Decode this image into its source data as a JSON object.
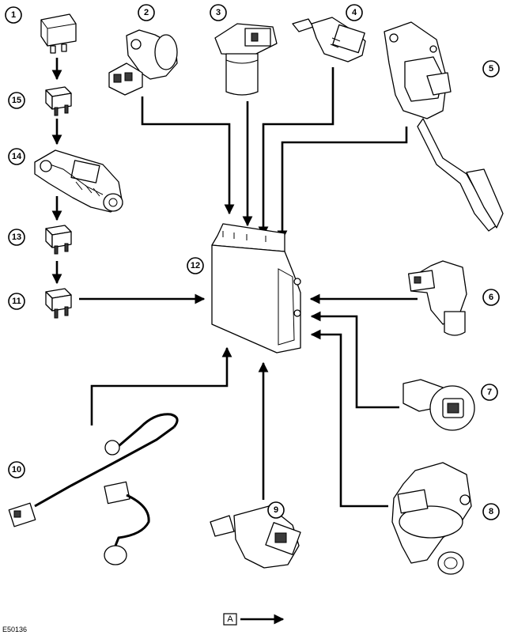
{
  "callouts": {
    "c1": "1",
    "c2": "2",
    "c3": "3",
    "c4": "4",
    "c5": "5",
    "c6": "6",
    "c7": "7",
    "c8": "8",
    "c9": "9",
    "c10": "10",
    "c11": "11",
    "c12": "12",
    "c13": "13",
    "c14": "14",
    "c15": "15"
  },
  "figure_id": "E50136",
  "key": {
    "label": "A"
  }
}
